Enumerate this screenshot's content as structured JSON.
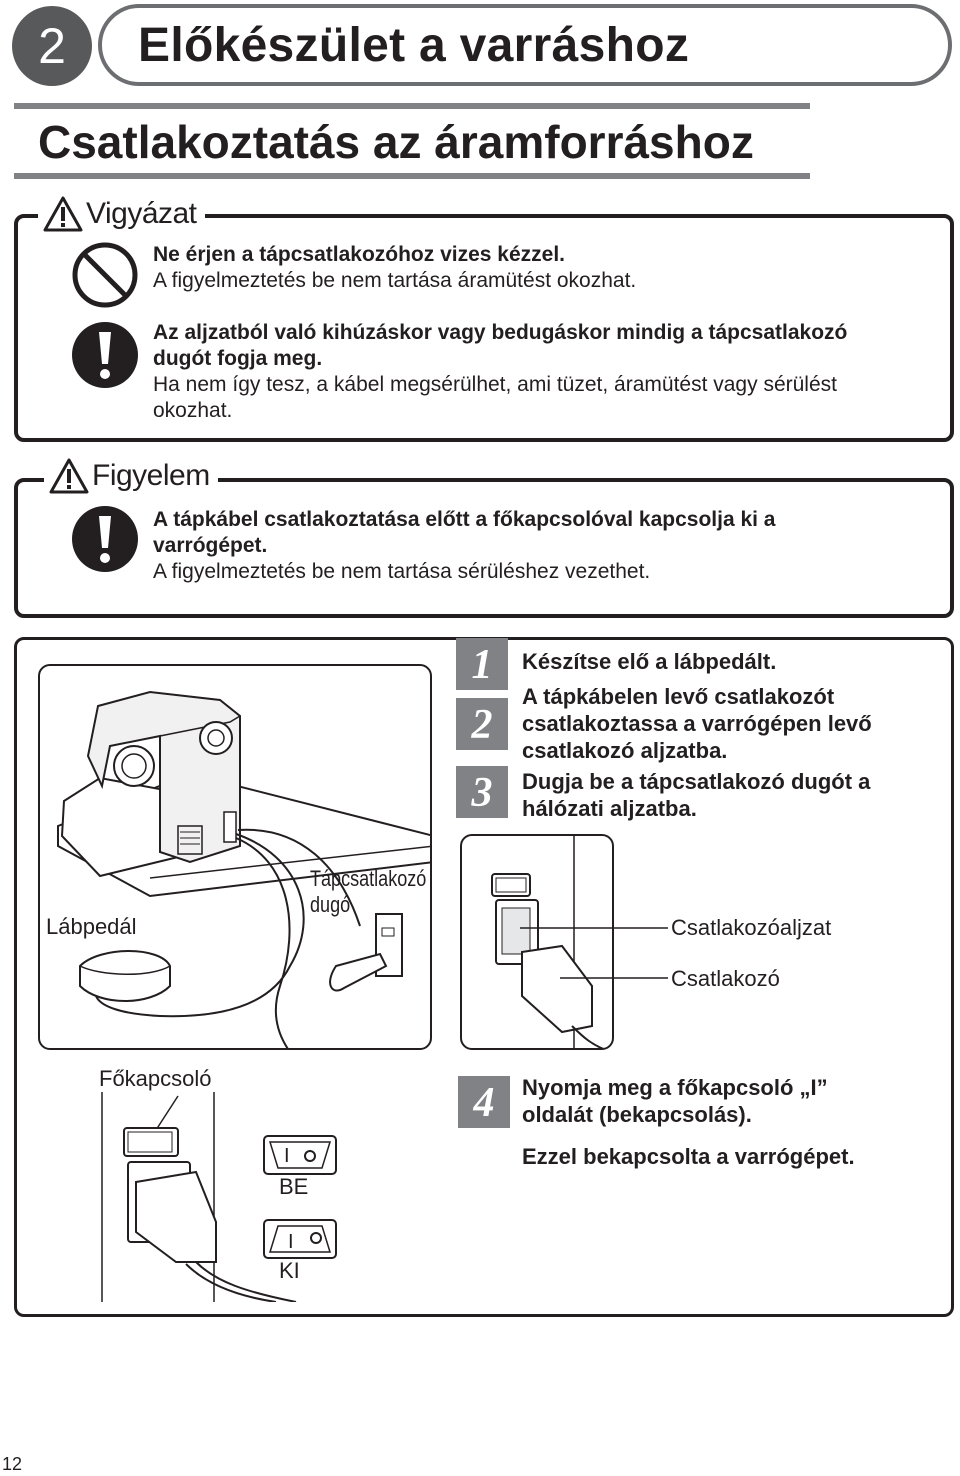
{
  "chapter": {
    "number": "2",
    "title": "Előkészület a varráshoz"
  },
  "section": {
    "title": "Csatlakoztatás az áramforráshoz"
  },
  "vigyazat": {
    "label": "Vigyázat",
    "items": [
      {
        "icon": "prohibition-icon",
        "bold": "Ne érjen a tápcsatlakozóhoz vizes kézzel.",
        "normal": "A figyelmeztetés be nem tartása áramütést okozhat."
      },
      {
        "icon": "exclamation-icon",
        "bold": "Az aljzatból való kihúzáskor vagy bedugáskor mindig a tápcsatlakozó dugót fogja meg.",
        "normal": "Ha nem így tesz, a kábel megsérülhet, ami tüzet, áramütést vagy sérülést okozhat."
      }
    ]
  },
  "figyelem": {
    "label": "Figyelem",
    "items": [
      {
        "icon": "exclamation-icon",
        "bold": "A tápkábel csatlakoztatása előtt a főkapcsolóval kapcsolja ki a varrógépet.",
        "normal": "A figyelmeztetés be nem tartása sérüléshez vezethet."
      }
    ]
  },
  "steps": [
    {
      "number": "1",
      "text": "Készítse elő a lábpedált."
    },
    {
      "number": "2",
      "text": "A tápkábelen levő csatlakozót csatlakoztassa a varrógépen levő csatlakozó aljzatba."
    },
    {
      "number": "3",
      "text": "Dugja be a tápcsatlakozó dugót a hálózati aljzatba."
    },
    {
      "number": "4",
      "text": "Nyomja meg a főkapcsoló „I” oldalát (bekapcsolás).",
      "extra": "Ezzel bekapcsolta a varrógépet."
    }
  ],
  "labels": {
    "foot_pedal": "Lábpedál",
    "power_plug_line1": "Tápcsatlakozó",
    "power_plug_line2": "dugó",
    "socket": "Csatlakozóaljzat",
    "connector": "Csatlakozó",
    "main_switch": "Főkapcsoló",
    "on": "BE",
    "off": "KI",
    "switch_mark_i": "I"
  },
  "page_number": "12"
}
